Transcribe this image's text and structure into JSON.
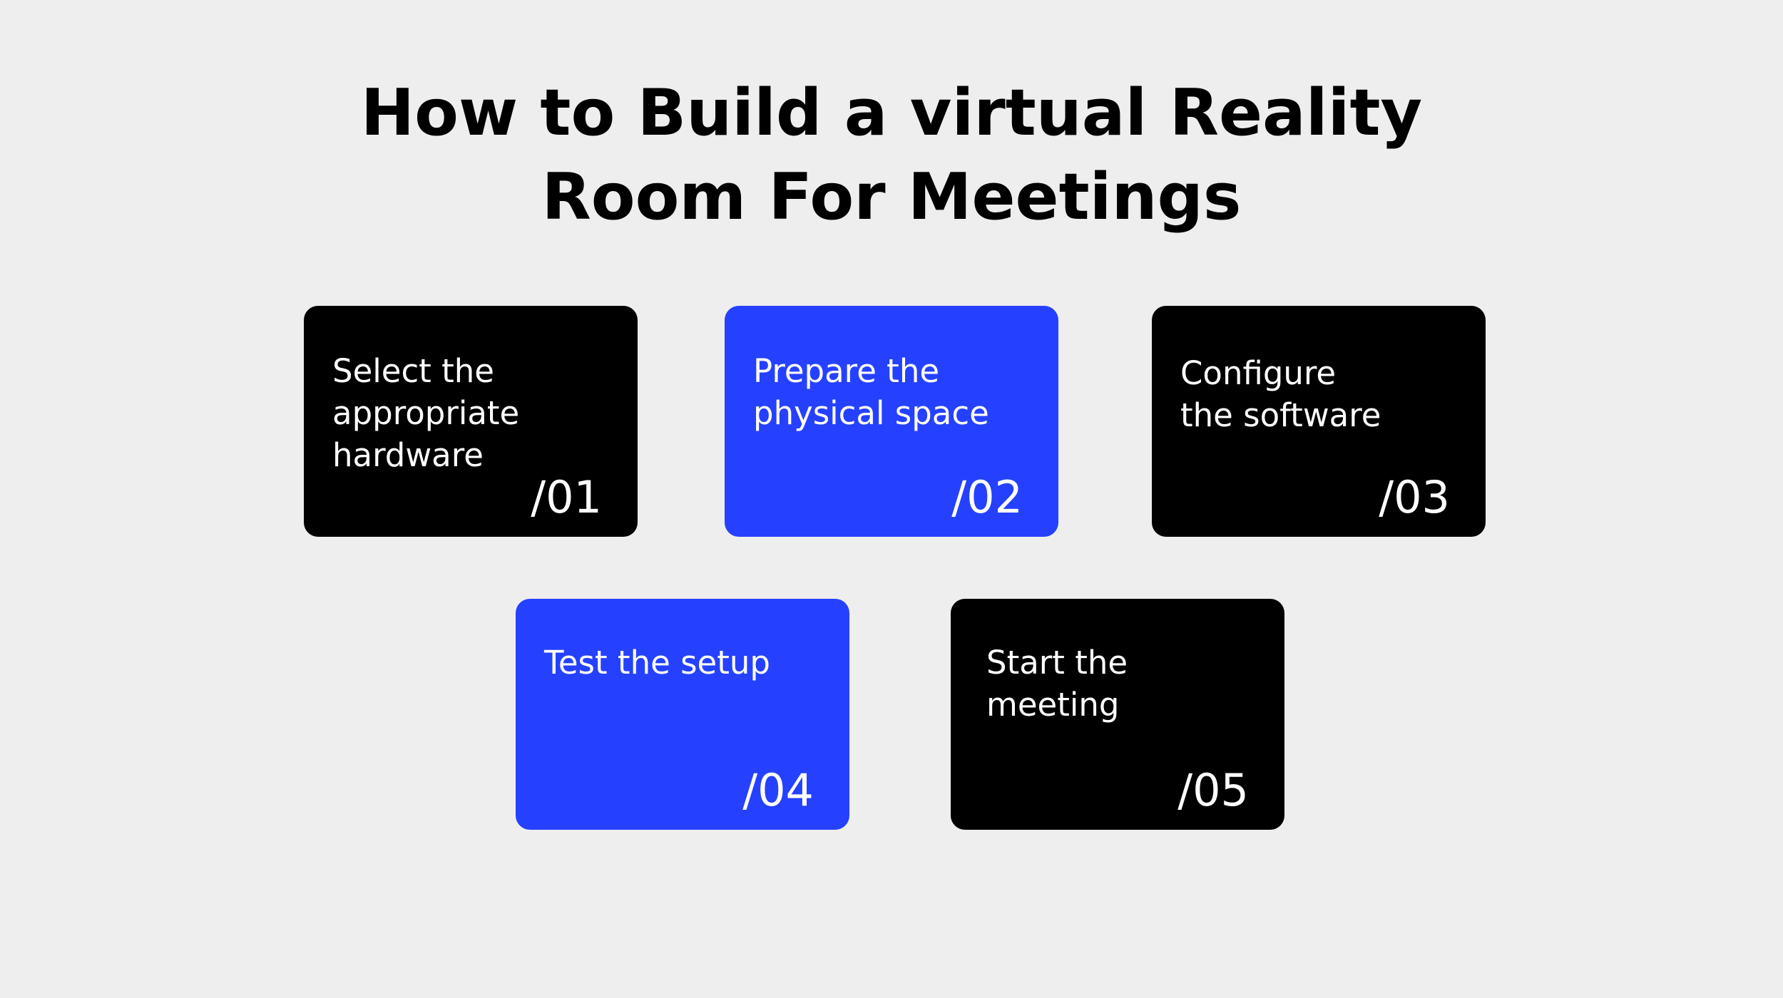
{
  "title": {
    "line1": "How to Build a virtual Reality",
    "line2": "Room For Meetings"
  },
  "steps": [
    {
      "lines": [
        "Select the",
        "appropriate",
        "hardware"
      ],
      "number": "/01",
      "color": "#000000"
    },
    {
      "lines": [
        "Prepare the",
        "physical space"
      ],
      "number": "/02",
      "color": "#2541ff"
    },
    {
      "lines": [
        "Configure",
        "the software"
      ],
      "number": "/03",
      "color": "#000000"
    },
    {
      "lines": [
        "Test the setup"
      ],
      "number": "/04",
      "color": "#2541ff"
    },
    {
      "lines": [
        "Start the",
        "meeting"
      ],
      "number": "/05",
      "color": "#000000"
    }
  ]
}
